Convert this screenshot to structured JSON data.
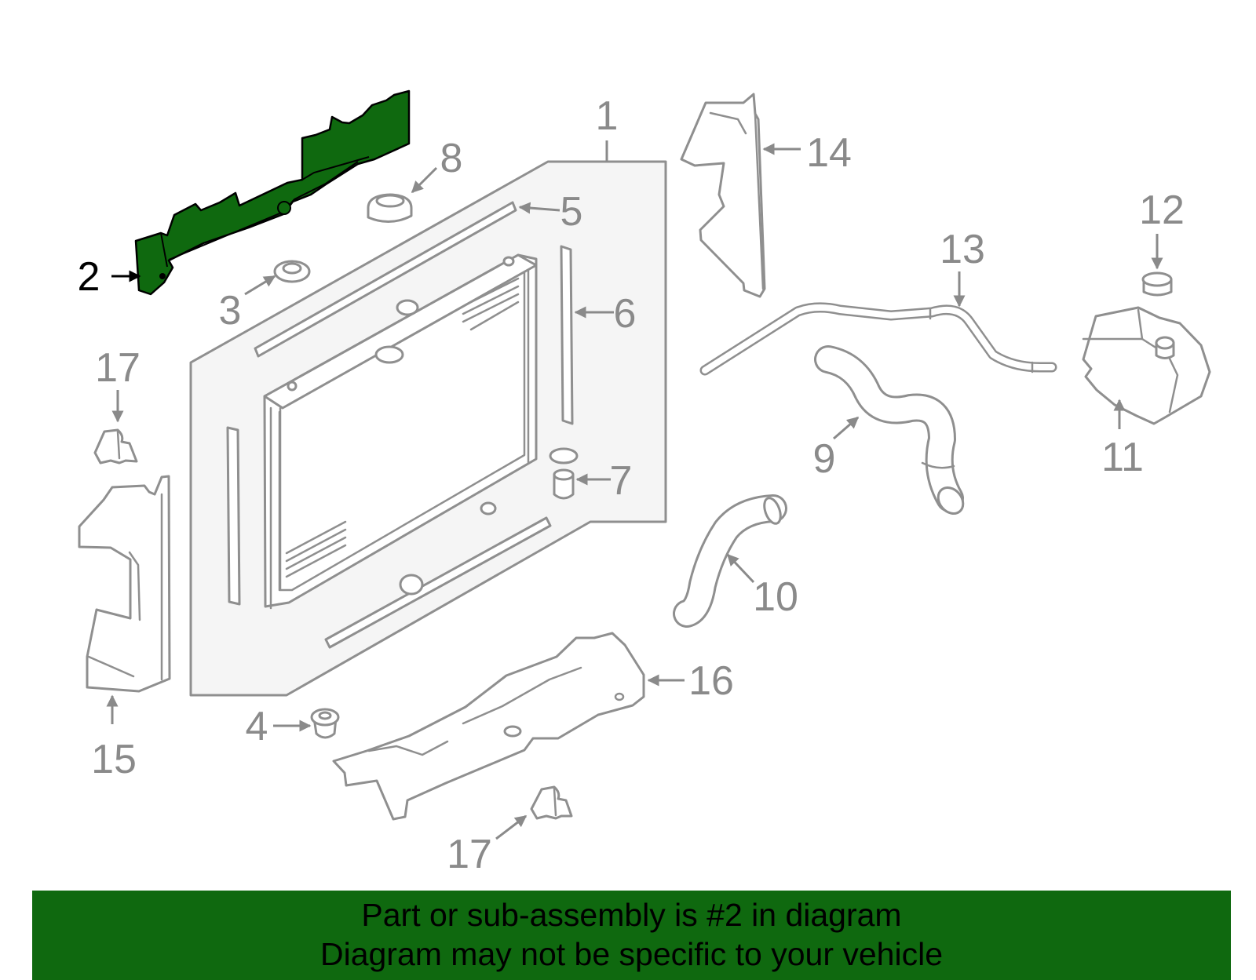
{
  "diagram": {
    "selected_part": "2",
    "highlight_color": "#0f690f",
    "line_color": "#8f8f8f",
    "callouts": {
      "c1": "1",
      "c2": "2",
      "c3": "3",
      "c4": "4",
      "c5": "5",
      "c6": "6",
      "c7": "7",
      "c8": "8",
      "c9": "9",
      "c10": "10",
      "c11": "11",
      "c12": "12",
      "c13": "13",
      "c14": "14",
      "c15": "15",
      "c16": "16",
      "c17a": "17",
      "c17b": "17"
    }
  },
  "banner": {
    "line1": "Part or sub-assembly is #2 in diagram",
    "line2": "Diagram may not be specific to your vehicle"
  }
}
